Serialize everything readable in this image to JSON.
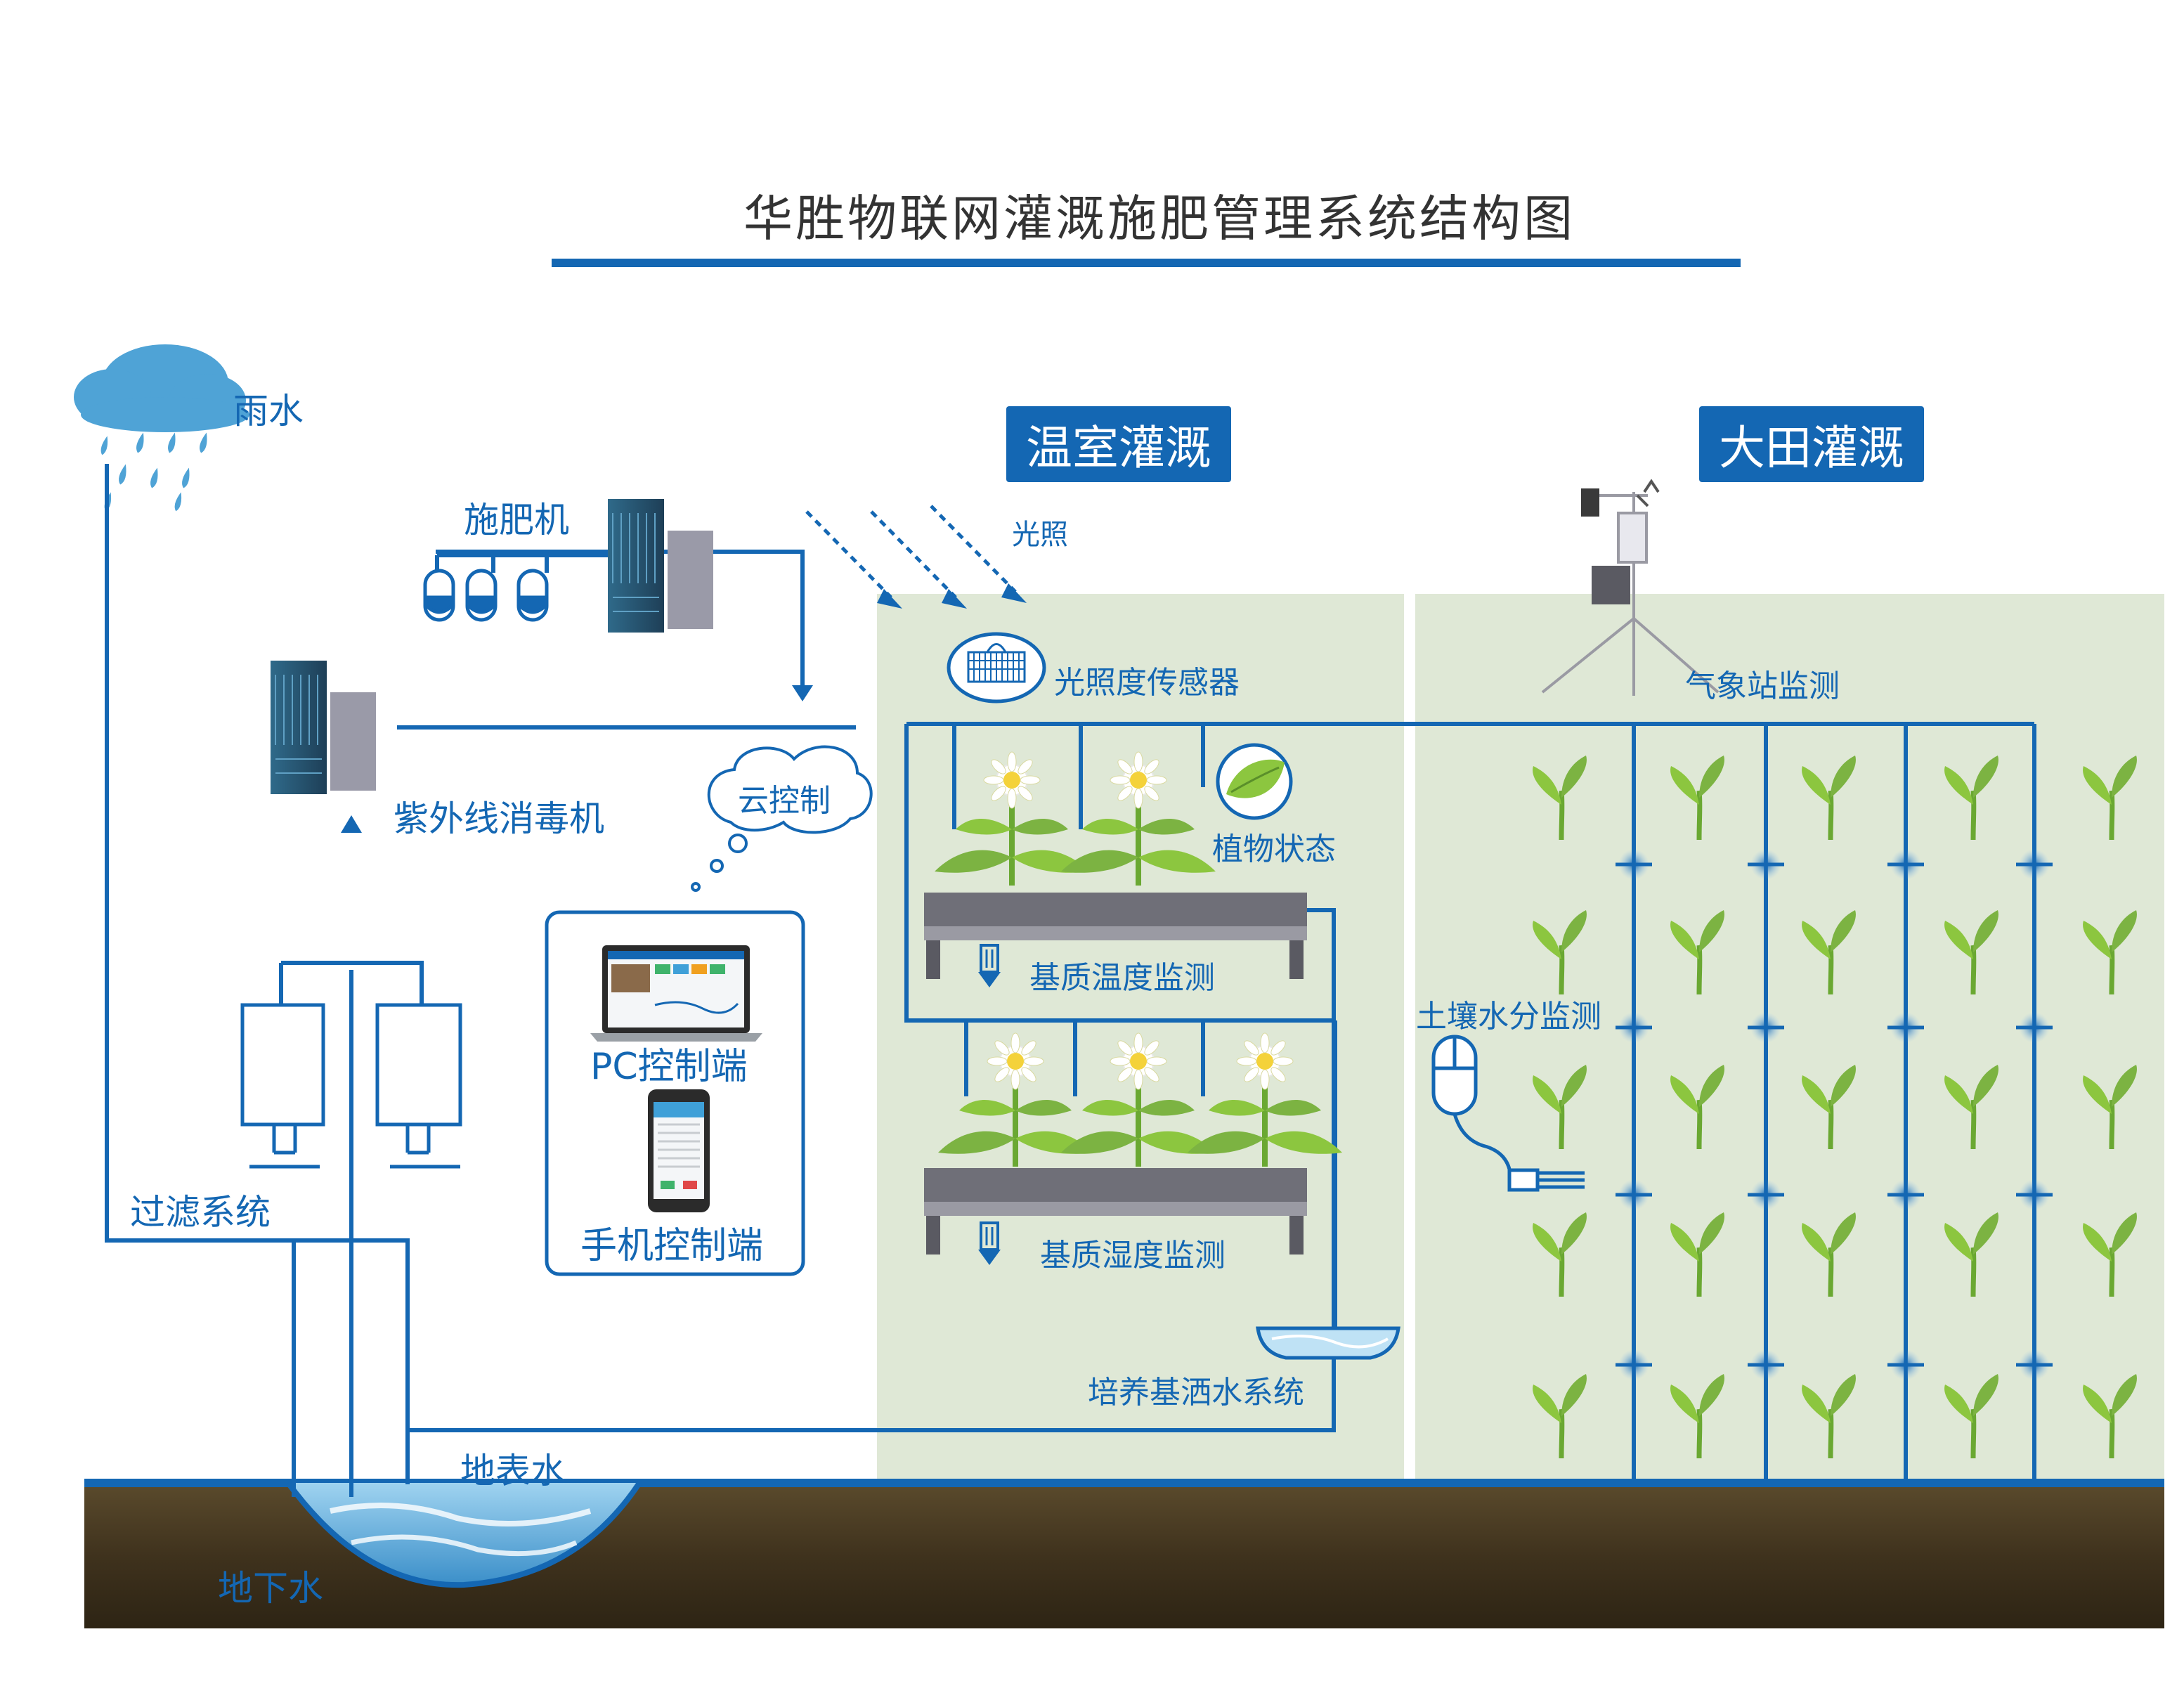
{
  "title": "华胜物联网灌溉施肥管理系统结构图",
  "sections": {
    "greenhouse": "温室灌溉",
    "field": "大田灌溉"
  },
  "labels": {
    "rain": "雨水",
    "fertilizer_machine": "施肥机",
    "light": "光照",
    "uv_sterilizer": "紫外线消毒机",
    "cloud_control": "云控制",
    "pc_client": "PC控制端",
    "mobile_client": "手机控制端",
    "filter_system": "过滤系统",
    "surface_water": "地表水",
    "groundwater": "地下水",
    "light_sensor": "光照度传感器",
    "plant_status": "植物状态",
    "substrate_temp": "基质温度监测",
    "substrate_humidity": "基质湿度监测",
    "substrate_sprinkler": "培养基洒水系统",
    "weather_station": "气象站监测",
    "soil_moisture": "土壤水分监测"
  },
  "colors": {
    "accent": "#1467b3",
    "panel": "#dfe8d6",
    "soil": "#4a3b22",
    "leaf": "#7cb342",
    "water": "#4aa3d8"
  },
  "icons": [
    "rain-cloud-icon",
    "server-icon",
    "fertilizer-tank-icon",
    "light-sensor-icon",
    "plant-icon",
    "seedling-icon",
    "laptop-icon",
    "phone-icon",
    "weather-station-icon",
    "soil-probe-icon",
    "filter-tank-icon"
  ]
}
